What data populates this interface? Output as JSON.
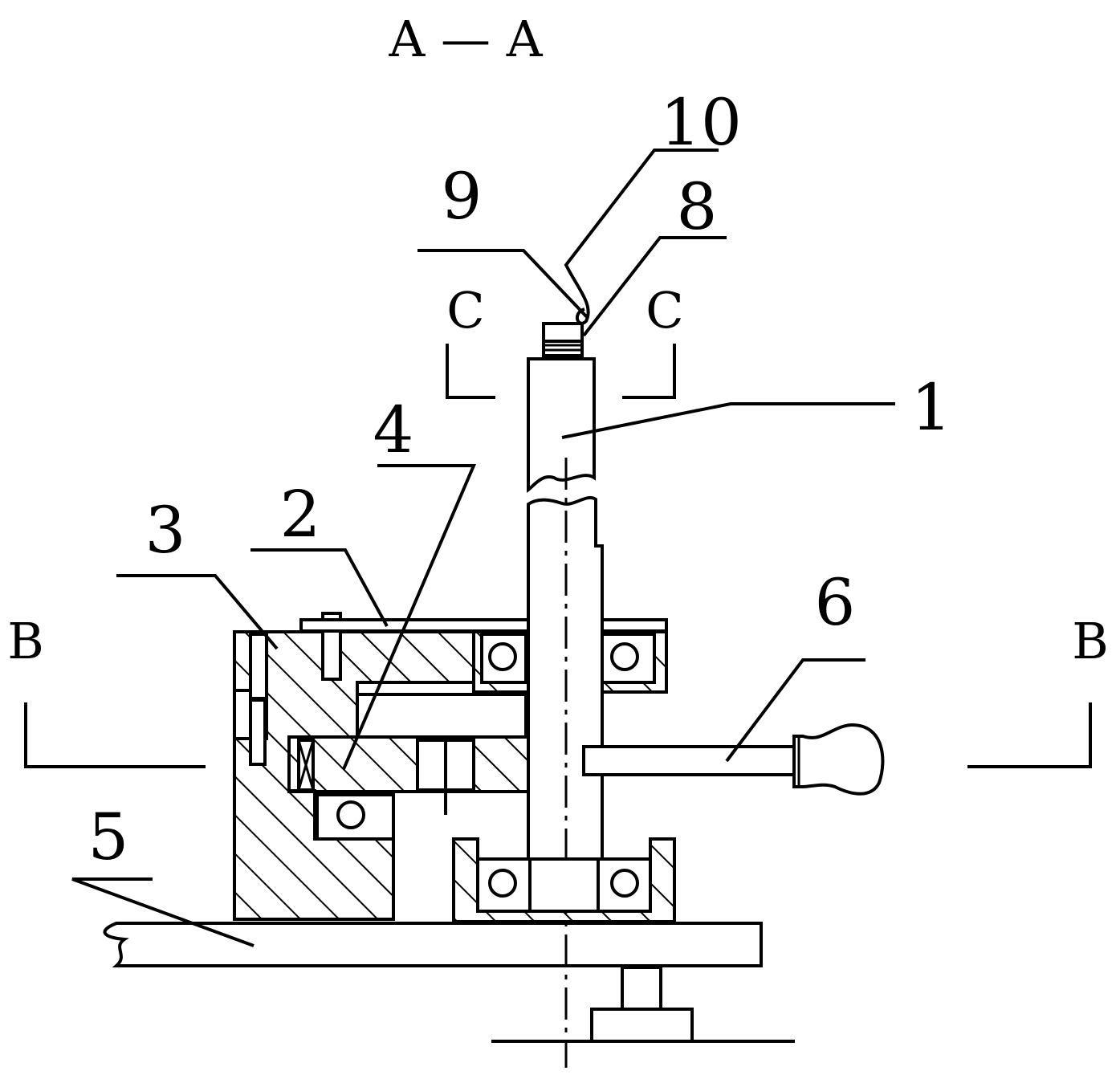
{
  "title": "A — A",
  "section_marks": {
    "b_left": "B",
    "b_right": "B",
    "c_left": "C",
    "c_right": "C"
  },
  "part_labels": {
    "p1": "1",
    "p2": "2",
    "p3": "3",
    "p4": "4",
    "p5": "5",
    "p6": "6",
    "p8": "8",
    "p9": "9",
    "p10": "10"
  }
}
